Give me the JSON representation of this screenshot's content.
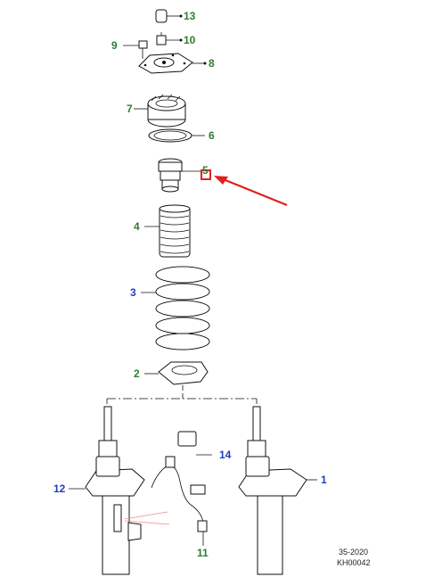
{
  "colors": {
    "label_green": "#2e7d32",
    "label_blue": "#1f3fbf",
    "arrow_red": "#e02020",
    "highlight_red": "#e02020",
    "line": "#111111"
  },
  "callouts": {
    "c1": "1",
    "c2": "2",
    "c3": "3",
    "c4": "4",
    "c5": "5",
    "c6": "6",
    "c7": "7",
    "c8": "8",
    "c9": "9",
    "c10": "10",
    "c11": "11",
    "c12": "12",
    "c13": "13",
    "c14": "14"
  },
  "reference": {
    "line1": "35-2020",
    "line2": "KH00042"
  }
}
